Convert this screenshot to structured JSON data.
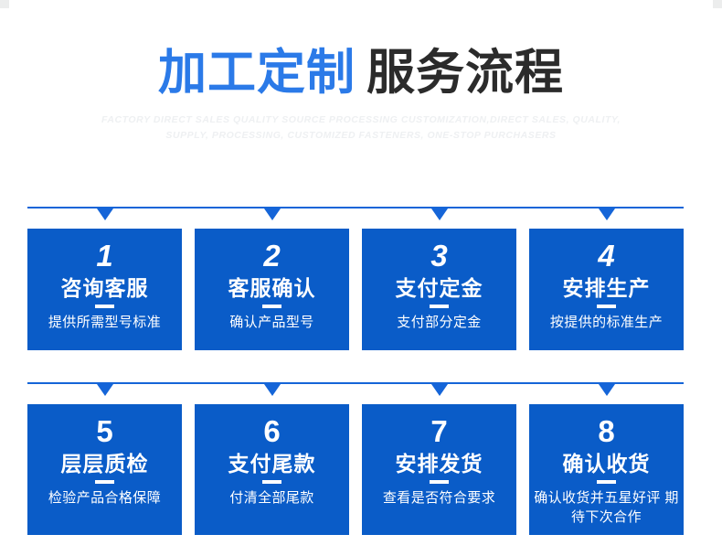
{
  "header": {
    "title_accent": "加工定制",
    "title_dark": "服务流程",
    "subtitle": "FACTORY DIRECT SALES QUALITY SOURCE PROCESSING CUSTOMIZATION,DIRECT SALES, QUALITY, SUPPLY, PROCESSING, CUSTOMIZED FASTENERS, ONE-STOP PURCHASERS"
  },
  "colors": {
    "card_blue": "#0a5cc8",
    "line_blue": "#1565d8",
    "title_accent": "#2b7ae8",
    "title_dark": "#2b2b2b",
    "subtitle_grey": "#eef0f2",
    "card_text": "#ffffff",
    "page_background": "#ffffff"
  },
  "rows": [
    {
      "name": "row-1",
      "cards": [
        {
          "number": "1",
          "title": "咨询客服",
          "desc": "提供所需型号标准"
        },
        {
          "number": "2",
          "title": "客服确认",
          "desc": "确认产品型号"
        },
        {
          "number": "3",
          "title": "支付定金",
          "desc": "支付部分定金"
        },
        {
          "number": "4",
          "title": "安排生产",
          "desc": "按提供的标准生产"
        }
      ]
    },
    {
      "name": "row-2",
      "cards": [
        {
          "number": "5",
          "title": "层层质检",
          "desc": "检验产品合格保障"
        },
        {
          "number": "6",
          "title": "支付尾款",
          "desc": "付清全部尾款"
        },
        {
          "number": "7",
          "title": "安排发货",
          "desc": "查看是否符合要求"
        },
        {
          "number": "8",
          "title": "确认收货",
          "desc": "确认收货并五星好评 期待下次合作"
        }
      ]
    }
  ]
}
